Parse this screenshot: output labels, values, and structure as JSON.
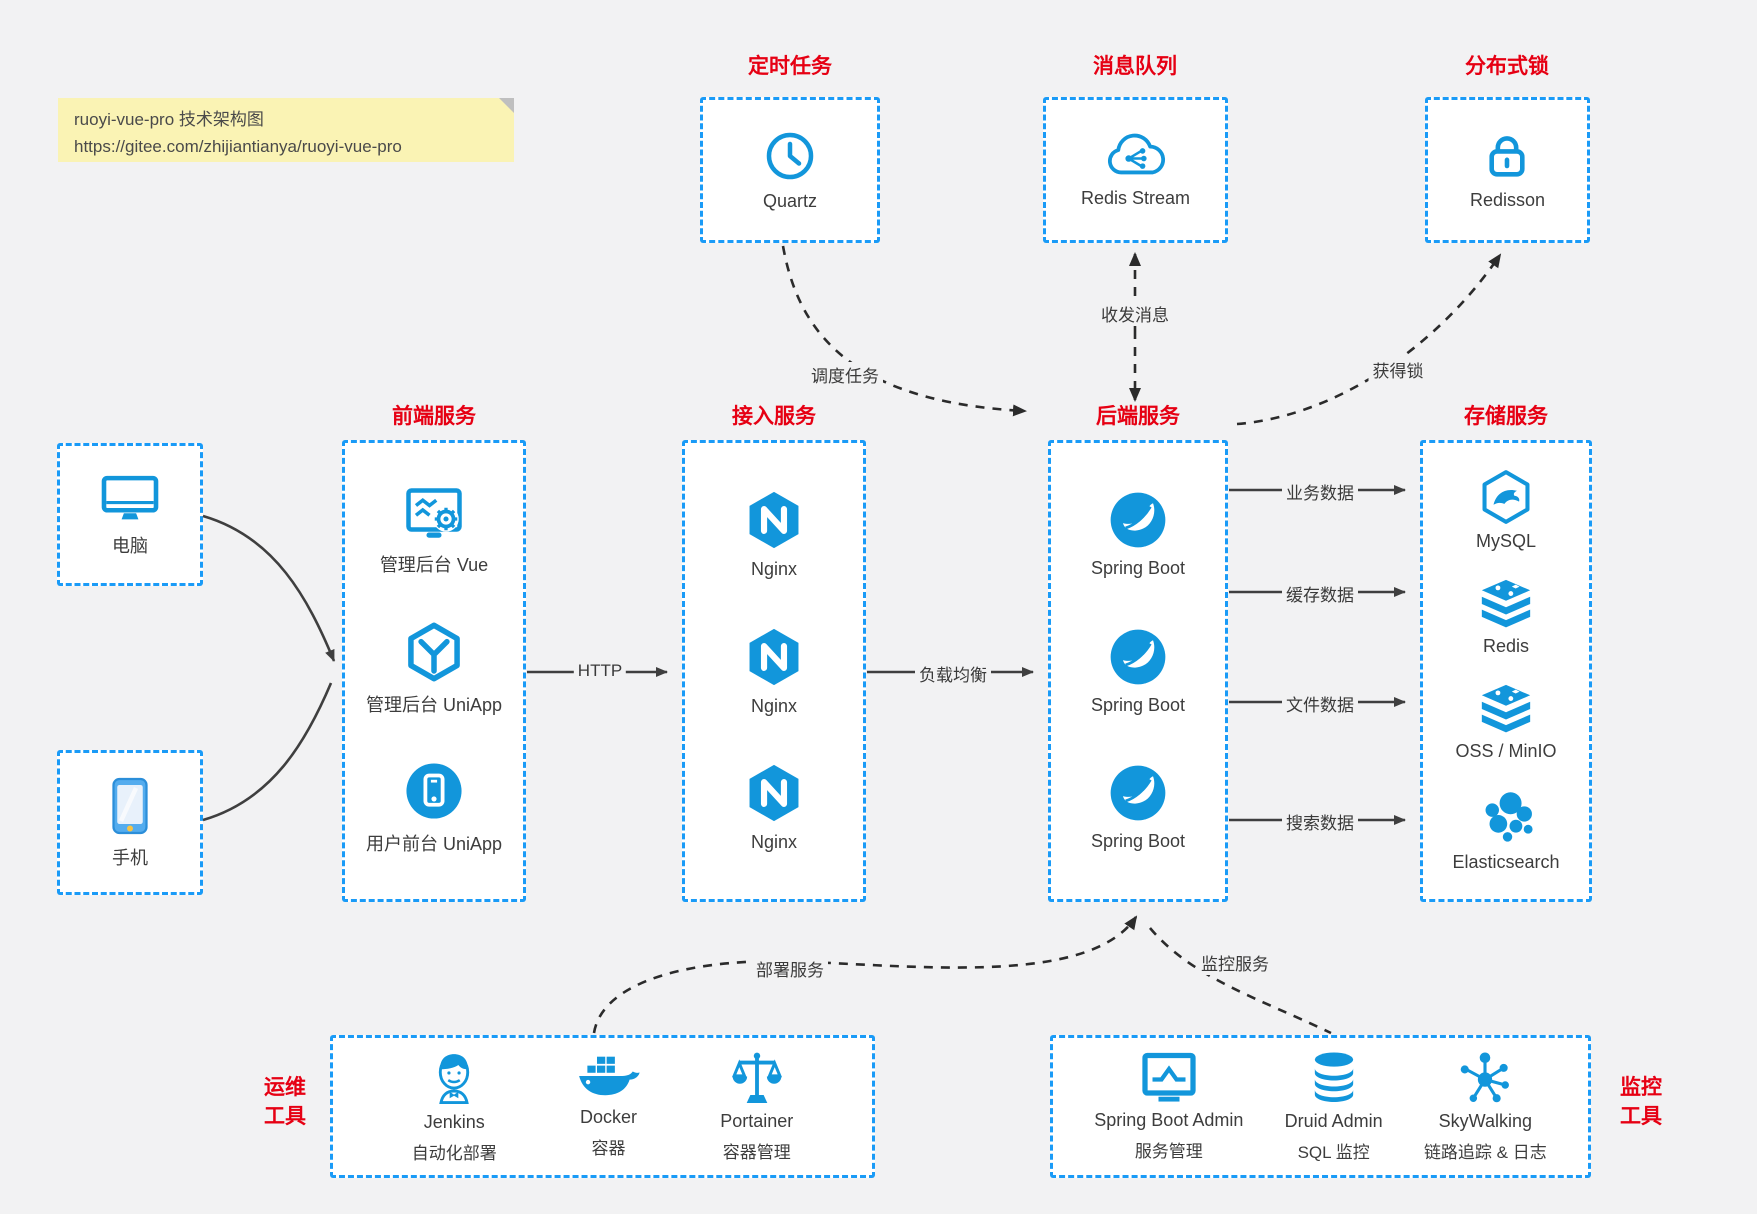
{
  "colors": {
    "accent_blue": "#1296DB",
    "border_blue": "#1A9BF7",
    "title_red": "#E60013",
    "background": "#F2F2F3",
    "note_bg": "#FAF3B4",
    "solid_arrow": "#3F3F3F",
    "dashed_arrow": "#2B2B2B",
    "label_text": "#3D3D3D"
  },
  "note": {
    "title": "ruoyi-vue-pro 技术架构图",
    "url": "https://gitee.com/zhijiantianya/ruoyi-vue-pro"
  },
  "groups": {
    "scheduler": {
      "title": "定时任务",
      "item": {
        "label": "Quartz",
        "icon": "clock-icon"
      }
    },
    "mq": {
      "title": "消息队列",
      "item": {
        "label": "Redis Stream",
        "icon": "cloud-stream-icon"
      }
    },
    "lock": {
      "title": "分布式锁",
      "item": {
        "label": "Redisson",
        "icon": "padlock-icon"
      }
    },
    "clients": {
      "items": [
        {
          "label": "电脑",
          "icon": "desktop-icon"
        },
        {
          "label": "手机",
          "icon": "smartphone-icon"
        }
      ]
    },
    "frontend": {
      "title": "前端服务",
      "items": [
        {
          "label": "管理后台 Vue",
          "icon": "admin-vue-icon"
        },
        {
          "label": "管理后台 UniApp",
          "icon": "uniapp-cube-icon"
        },
        {
          "label": "用户前台 UniApp",
          "icon": "user-app-icon"
        }
      ]
    },
    "gateway": {
      "title": "接入服务",
      "items": [
        {
          "label": "Nginx",
          "icon": "nginx-icon"
        },
        {
          "label": "Nginx",
          "icon": "nginx-icon"
        },
        {
          "label": "Nginx",
          "icon": "nginx-icon"
        }
      ]
    },
    "backend": {
      "title": "后端服务",
      "items": [
        {
          "label": "Spring Boot",
          "icon": "spring-boot-icon"
        },
        {
          "label": "Spring Boot",
          "icon": "spring-boot-icon"
        },
        {
          "label": "Spring Boot",
          "icon": "spring-boot-icon"
        }
      ]
    },
    "storage": {
      "title": "存储服务",
      "items": [
        {
          "label": "MySQL",
          "icon": "mysql-icon"
        },
        {
          "label": "Redis",
          "icon": "redis-icon"
        },
        {
          "label": "OSS / MinIO",
          "icon": "oss-minio-icon"
        },
        {
          "label": "Elasticsearch",
          "icon": "elasticsearch-icon"
        }
      ]
    },
    "ops": {
      "title_line1": "运维",
      "title_line2": "工具",
      "items": [
        {
          "label": "Jenkins",
          "sublabel": "自动化部署",
          "icon": "jenkins-icon"
        },
        {
          "label": "Docker",
          "sublabel": "容器",
          "icon": "docker-icon"
        },
        {
          "label": "Portainer",
          "sublabel": "容器管理",
          "icon": "portainer-icon"
        }
      ]
    },
    "monitoring": {
      "title_line1": "监控",
      "title_line2": "工具",
      "items": [
        {
          "label": "Spring Boot Admin",
          "sublabel": "服务管理",
          "icon": "spring-boot-admin-icon"
        },
        {
          "label": "Druid Admin",
          "sublabel": "SQL 监控",
          "icon": "druid-icon"
        },
        {
          "label": "SkyWalking",
          "sublabel": "链路追踪 & 日志",
          "icon": "skywalking-icon"
        }
      ]
    }
  },
  "edges": {
    "http": "HTTP",
    "load_balance": "负载均衡",
    "schedule_task": "调度任务",
    "send_receive_message": "收发消息",
    "acquire_lock": "获得锁",
    "business_data": "业务数据",
    "cache_data": "缓存数据",
    "file_data": "文件数据",
    "search_data": "搜索数据",
    "deploy_service": "部署服务",
    "monitor_service": "监控服务"
  }
}
